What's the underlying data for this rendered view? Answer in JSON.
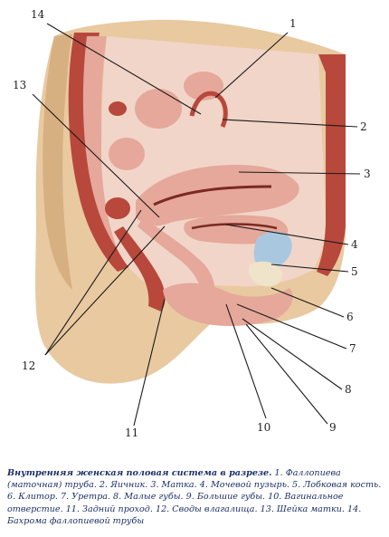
{
  "colors": {
    "skin": "#e9c9a0",
    "skin_dark": "#c99a68",
    "muscle": "#b8483c",
    "tissue_pink": "#e5a89a",
    "tissue_light": "#f1d5c8",
    "bone": "#efe3c9",
    "bladder_blue": "#a9c8e0",
    "dark_red": "#7a2a22",
    "leader_line": "#1a1a1a",
    "caption_text": "#1d2f66"
  },
  "labels": [
    {
      "id": "1",
      "text": "1"
    },
    {
      "id": "2",
      "text": "2"
    },
    {
      "id": "3",
      "text": "3"
    },
    {
      "id": "4",
      "text": "4"
    },
    {
      "id": "5",
      "text": "5"
    },
    {
      "id": "6",
      "text": "6"
    },
    {
      "id": "7",
      "text": "7"
    },
    {
      "id": "8",
      "text": "8"
    },
    {
      "id": "9",
      "text": "9"
    },
    {
      "id": "10",
      "text": "10"
    },
    {
      "id": "11",
      "text": "11"
    },
    {
      "id": "12",
      "text": "12"
    },
    {
      "id": "13",
      "text": "13"
    },
    {
      "id": "14",
      "text": "14"
    }
  ],
  "caption": {
    "lead": "Внутренняя женская половая система в разрезе.",
    "body": " 1. Фаллопиева (маточная) труба. 2. Яичник. 3. Матка. 4. Мочевой пузырь. 5. Лобковая кость. 6. Клитор. 7. Уретра. 8. Малые губы. 9. Большие губы. 10. Вагинальное отверстие. 11. Задний проход. 12. Своды влагалища. 13. Шейка матки. 14. Бахрома фаллопиевой трубы"
  }
}
